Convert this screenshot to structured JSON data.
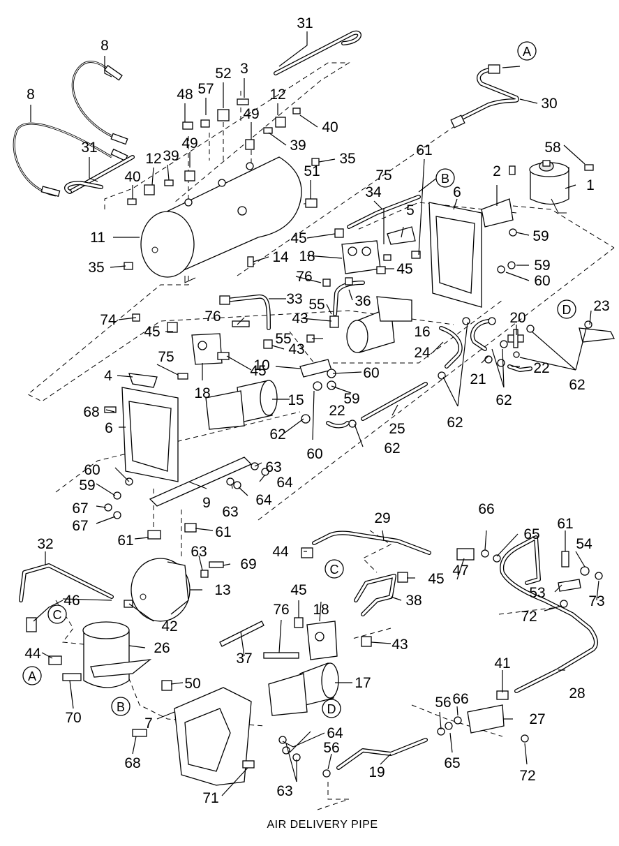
{
  "caption": "AIR DELIVERY PIPE",
  "refs": {
    "A": "A",
    "B": "B",
    "C": "C",
    "D": "D"
  },
  "labels": {
    "n1": "1",
    "n2": "2",
    "n3": "3",
    "n4": "4",
    "n5": "5",
    "n6": "6",
    "n7": "7",
    "n8": "8",
    "n9": "9",
    "n10": "10",
    "n11": "11",
    "n12": "12",
    "n13": "13",
    "n14": "14",
    "n15": "15",
    "n16": "16",
    "n17": "17",
    "n18": "18",
    "n19": "19",
    "n20": "20",
    "n21": "21",
    "n22": "22",
    "n23": "23",
    "n24": "24",
    "n25": "25",
    "n26": "26",
    "n27": "27",
    "n28": "28",
    "n29": "29",
    "n30": "30",
    "n31": "31",
    "n32": "32",
    "n33": "33",
    "n34": "34",
    "n35": "35",
    "n36": "36",
    "n37": "37",
    "n38": "38",
    "n39": "39",
    "n40": "40",
    "n41": "41",
    "n42": "42",
    "n43": "43",
    "n44": "44",
    "n45": "45",
    "n46": "46",
    "n47": "47",
    "n48": "48",
    "n49": "49",
    "n50": "50",
    "n51": "51",
    "n52": "52",
    "n53": "53",
    "n54": "54",
    "n55": "55",
    "n56": "56",
    "n57": "57",
    "n58": "58",
    "n59": "59",
    "n60": "60",
    "n61": "61",
    "n62": "62",
    "n63": "63",
    "n64": "64",
    "n65": "65",
    "n66": "66",
    "n67": "67",
    "n68": "68",
    "n69": "69",
    "n70": "70",
    "n71": "71",
    "n72": "72",
    "n73": "73",
    "n74": "74",
    "n75": "75",
    "n76": "76"
  },
  "colors": {
    "ink": "#000000",
    "paper": "#ffffff",
    "shade": "#e8e8e8"
  }
}
